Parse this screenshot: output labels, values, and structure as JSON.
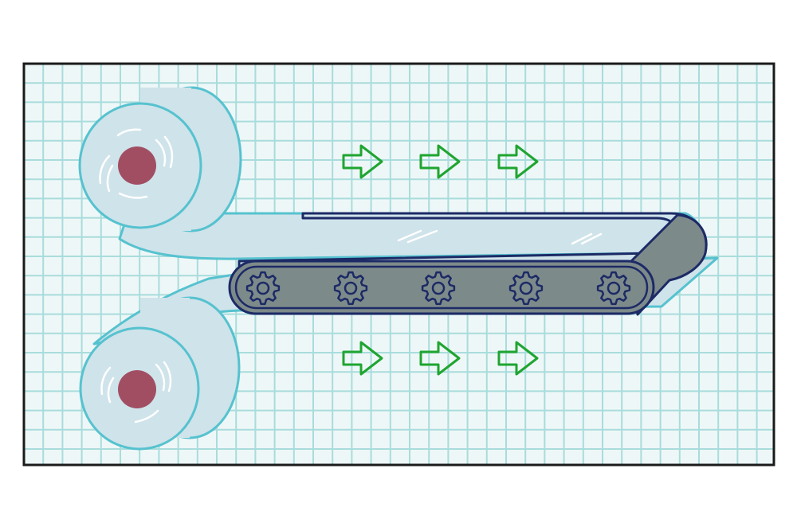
{
  "illustration": {
    "subject": "film-rolls-feeding-conveyor-belt",
    "colors": {
      "background": "#ffffff",
      "panel_fill": "#eef7f7",
      "grid_line": "#a9dcdc",
      "frame": "#1a1a1a",
      "film_fill": "#cfe3ea",
      "film_outline": "#56c2cf",
      "core": "#a14e63",
      "belt_body": "#7d8a8a",
      "belt_outline": "#1c2a66",
      "arrow": "#1fa531"
    },
    "rolls": [
      {
        "name": "top-film-roll",
        "feeds": "over-belt"
      },
      {
        "name": "bottom-film-roll",
        "feeds": "under-belt"
      }
    ],
    "conveyor": {
      "gear_count": 5
    },
    "arrow_rows": [
      {
        "row": "upper",
        "count": 3,
        "direction": "right"
      },
      {
        "row": "lower",
        "count": 3,
        "direction": "right"
      }
    ]
  }
}
